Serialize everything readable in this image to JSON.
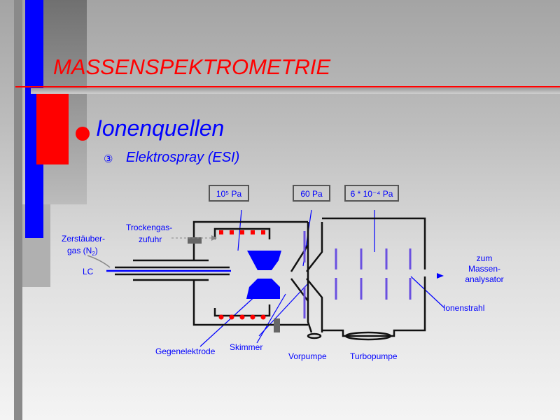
{
  "slide": {
    "title": "MASSENSPEKTROMETRIE",
    "bullet": "Ionenquellen",
    "sub_bullet_icon": "circled-3-icon",
    "sub_bullet": "Elektrospray (ESI)"
  },
  "diagram": {
    "pressure_labels": [
      "10⁵ Pa",
      "60 Pa",
      "6 * 10⁻⁴ Pa"
    ],
    "labels": {
      "zerstaeuber_1": "Zerstäuber-",
      "zerstaeuber_2": "gas (N",
      "zerstaeuber_sub": "2",
      "zerstaeuber_close": ")",
      "lc": "LC",
      "trocken_1": "Trockengas-",
      "trocken_2": "zufuhr",
      "gegenelektrode": "Gegenelektrode",
      "skimmer": "Skimmer",
      "vorpumpe": "Vorpumpe",
      "turbopumpe": "Turbopumpe",
      "ionenstrahl": "Ionenstrahl",
      "zum_1": "zum",
      "zum_2": "Massen-",
      "zum_3": "analysator"
    }
  },
  "colors": {
    "accent_red": "#ff0000",
    "accent_blue": "#0000ff"
  }
}
